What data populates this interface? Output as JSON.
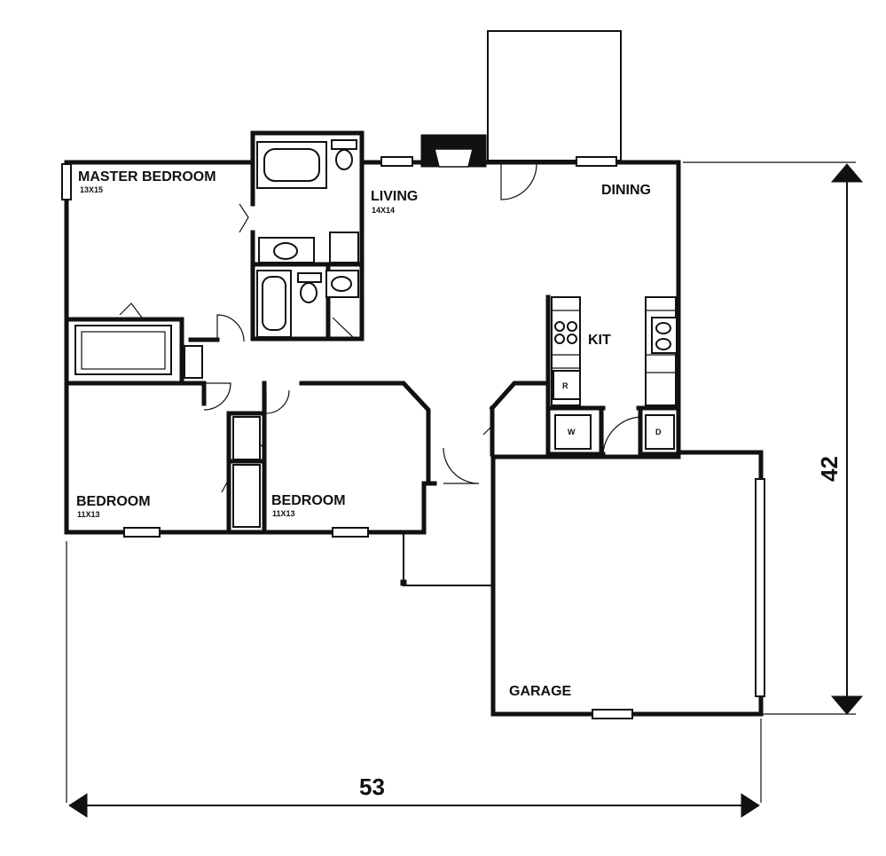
{
  "rooms": {
    "master_bedroom": {
      "name": "MASTER BEDROOM",
      "dim": "13X15"
    },
    "living": {
      "name": "LIVING",
      "dim": "14X14"
    },
    "dining": {
      "name": "DINING"
    },
    "kitchen": {
      "name": "KIT"
    },
    "bedroom_1": {
      "name": "BEDROOM",
      "dim": "11X13"
    },
    "bedroom_2": {
      "name": "BEDROOM",
      "dim": "11X13"
    },
    "garage": {
      "name": "GARAGE"
    }
  },
  "appliances": {
    "refrigerator": "R",
    "washer": "W",
    "dryer": "D"
  },
  "dimensions": {
    "width": "53",
    "depth": "42"
  }
}
